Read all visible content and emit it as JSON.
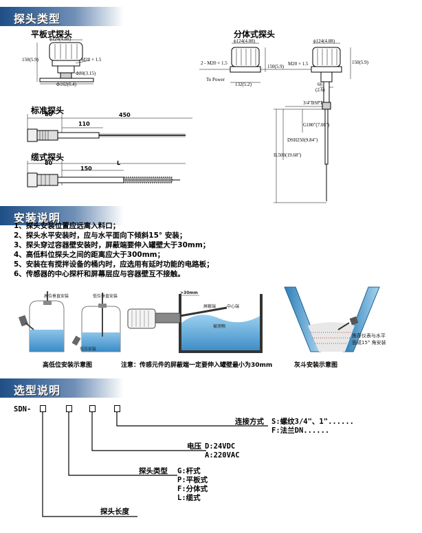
{
  "sections": {
    "probe_types": "探头类型",
    "installation": "安装说明",
    "selection": "选型说明"
  },
  "probes": {
    "flat": {
      "title": "平板式探头",
      "d_top": "ϕ124(4.88)",
      "height": "150(5.9)",
      "thread": "M20 × 1.5",
      "d_inner": "Φ80(3.15)",
      "d_plate": "Φ162(6.4)"
    },
    "split": {
      "title": "分体式探头",
      "d_top1": "ϕ124(4.88)",
      "d_top2": "ϕ124(4.88)",
      "thread1": "2 - M20 × 1.5",
      "to_power": "To Power",
      "width": "132(5.2)",
      "height1": "150(5.9)",
      "thread2": "M20 × 1.5",
      "height2": "150(5.9)",
      "neck": "66",
      "neck_in": "(2.6)",
      "pipe": "3/4\"BSPT",
      "g": "G180\"(7.08\")",
      "dsh": "DSH250(9.84\")",
      "il": "IL500(19.68\")"
    },
    "standard": {
      "title": "标准探头",
      "d1": "80",
      "d2": "110",
      "d3": "450"
    },
    "cable": {
      "title": "缆式探头",
      "d1": "80",
      "d2": "150",
      "d3": "L"
    }
  },
  "instructions": [
    "1、探头安装位置应远离入料口；",
    "2、探头水平安装时，应与水平面向下倾斜15° 安装；",
    "3、探头穿过容器壁安装时，屏蔽端要伸入罐壁大于30mm；",
    "4、高低料位探头之间的距离应大于300mm；",
    "5、安装在有搅拌设备的桶内时，应选用有延时功能的电路板；",
    "6、传感器的中心探杆和屏幕层应与容器壁互不接触。"
  ],
  "figures": {
    "fig1": {
      "caption": "高低位安装示意图",
      "top_label_a": "高位垂直安装",
      "top_label_b": "低位垂直安装",
      "side_label": "低位安装"
    },
    "fig2": {
      "caption": "注意：传感元件的屏蔽端一定要伸入罐壁最小为30mm",
      "gt": ">30mm",
      "shield": "屏蔽端",
      "center": "中心端",
      "medium": "被测物"
    },
    "fig3": {
      "caption": "灰斗安装示意图",
      "note1": "推荐仪表与水平",
      "note2": "面成15° 角安装"
    }
  },
  "selection": {
    "prefix": "SDN-",
    "connection_label": "连接方式",
    "connection_opts": [
      "S:螺纹3/4\"、1\"......",
      "F:法兰DN......"
    ],
    "voltage_label": "电压",
    "voltage_opts": [
      "D:24VDC",
      "A:220VAC"
    ],
    "probe_label": "探头类型",
    "probe_opts": [
      "G:杆式",
      "P:平板式",
      "F:分体式",
      "L:缆式"
    ],
    "length_label": "探头长度"
  },
  "colors": {
    "header_start": "#1e4f86",
    "header_end": "#ffffff",
    "water": "#57a6d8",
    "steel": "#2e7fb8"
  }
}
